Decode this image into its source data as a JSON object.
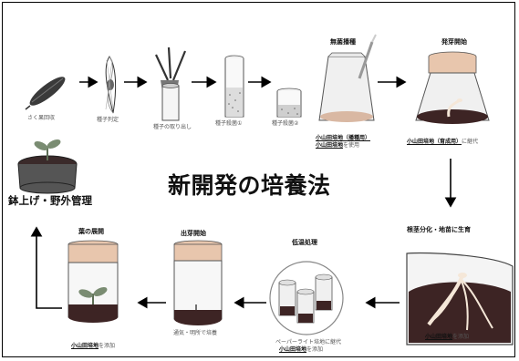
{
  "main_title": "新開発の培養法",
  "steps": {
    "capsule": {
      "label": "さく果回収"
    },
    "judge": {
      "label": "種子判定"
    },
    "extract": {
      "label": "種子の取り出し"
    },
    "sterilize1": {
      "label": "種子殺菌①"
    },
    "sterilize2": {
      "label": "種子殺菌②"
    },
    "germ_inoc": {
      "title": "無菌播種",
      "medium": "小山田培地（播種用）",
      "medium2": "小山田培地",
      "suffix": "を使用"
    },
    "germination": {
      "title": "発芽開始",
      "medium": "小山田培地（育成用）",
      "suffix": "に継代"
    },
    "rhizome": {
      "title": "根茎分化・地苗に生育",
      "medium": "小山田培地",
      "suffix": "を添加"
    },
    "cold": {
      "title": "低温処理",
      "note": "ペーパーライト培地に継代",
      "medium": "小山田培地",
      "suffix": "を添加"
    },
    "emerge": {
      "title": "出芽開始",
      "note": "通気・明所で培養"
    },
    "leaf": {
      "title": "葉の展開",
      "medium": "小山田培地",
      "suffix": "を添加"
    },
    "potting": {
      "label": "鉢上げ・野外管理"
    }
  },
  "colors": {
    "brown": "#3d2424",
    "peach": "#e8c6ad",
    "leaf": "#7a8c72",
    "flask": "#d6d6d6"
  }
}
